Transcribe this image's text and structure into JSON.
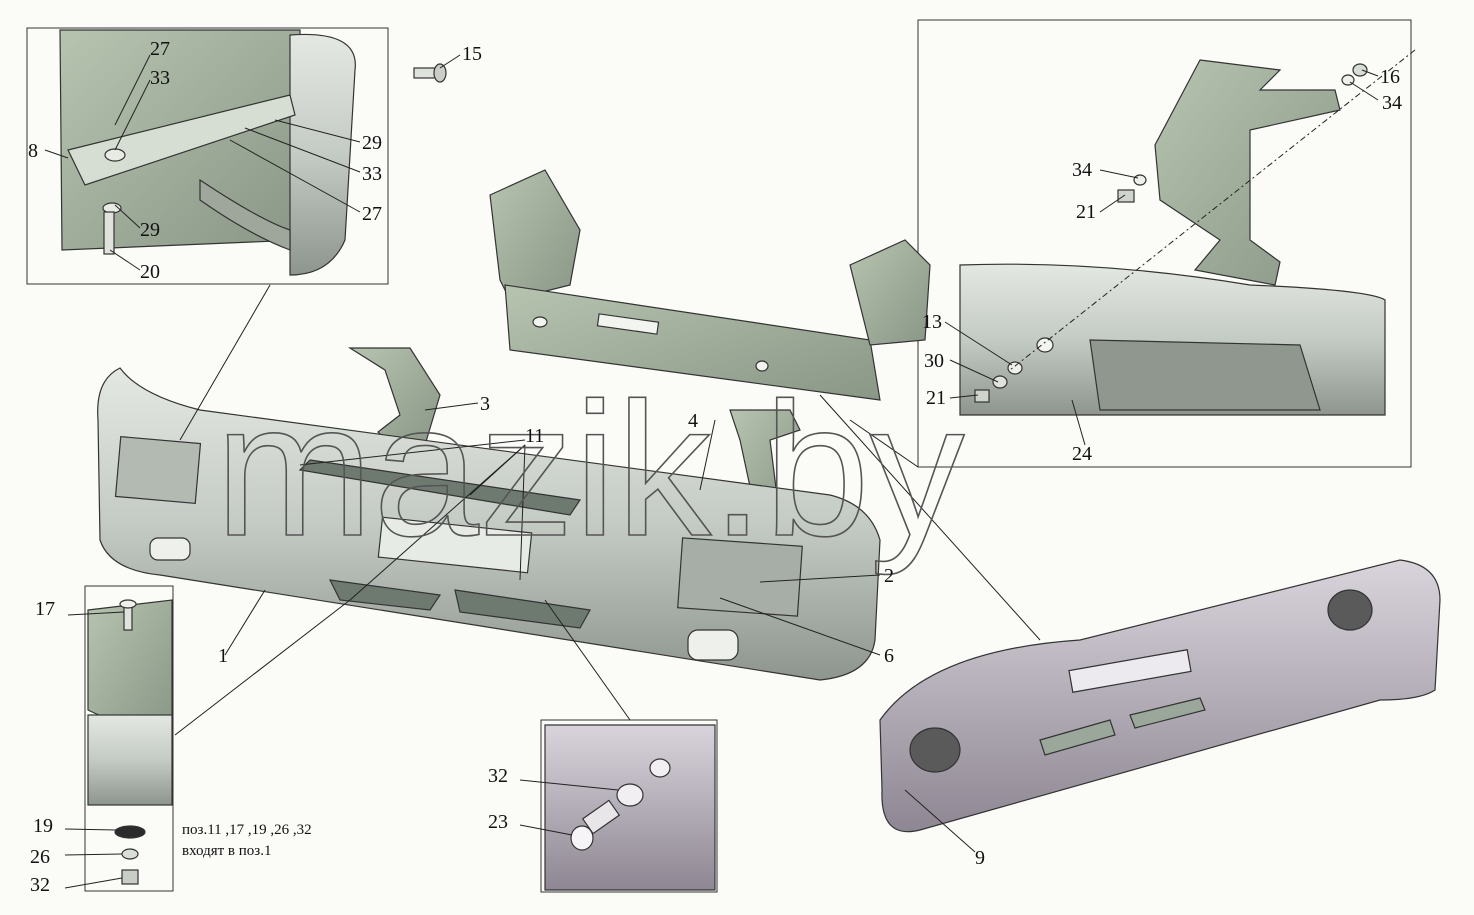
{
  "watermark": "mazik.by",
  "note": {
    "line1": "поз.11 ,17 ,19 ,26 ,32",
    "line2": "входят в поз.1"
  },
  "callouts": [
    {
      "id": "c27a",
      "text": "27"
    },
    {
      "id": "c33a",
      "text": "33"
    },
    {
      "id": "c8",
      "text": "8"
    },
    {
      "id": "c29a",
      "text": "29"
    },
    {
      "id": "c33b",
      "text": "33"
    },
    {
      "id": "c27b",
      "text": "27"
    },
    {
      "id": "c29b",
      "text": "29"
    },
    {
      "id": "c20",
      "text": "20"
    },
    {
      "id": "c15",
      "text": "15"
    },
    {
      "id": "c16",
      "text": "16"
    },
    {
      "id": "c34a",
      "text": "34"
    },
    {
      "id": "c34b",
      "text": "34"
    },
    {
      "id": "c21a",
      "text": "21"
    },
    {
      "id": "c13",
      "text": "13"
    },
    {
      "id": "c30",
      "text": "30"
    },
    {
      "id": "c21b",
      "text": "21"
    },
    {
      "id": "c24",
      "text": "24"
    },
    {
      "id": "c3",
      "text": "3"
    },
    {
      "id": "c11",
      "text": "11"
    },
    {
      "id": "c4",
      "text": "4"
    },
    {
      "id": "c2",
      "text": "2"
    },
    {
      "id": "c6",
      "text": "6"
    },
    {
      "id": "c1",
      "text": "1"
    },
    {
      "id": "c17",
      "text": "17"
    },
    {
      "id": "c19",
      "text": "19"
    },
    {
      "id": "c26",
      "text": "26"
    },
    {
      "id": "c32a",
      "text": "32"
    },
    {
      "id": "c32b",
      "text": "32"
    },
    {
      "id": "c23",
      "text": "23"
    },
    {
      "id": "c9",
      "text": "9"
    }
  ]
}
